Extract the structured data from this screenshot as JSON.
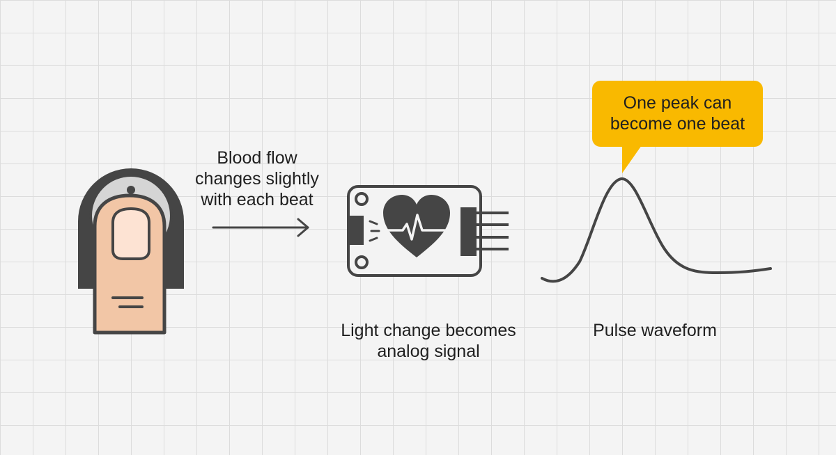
{
  "labels": {
    "flow_line1": "Blood flow",
    "flow_line2": "changes slightly",
    "flow_line3": "with each beat",
    "signal_line1": "Light change becomes",
    "signal_line2": "analog signal",
    "waveform": "Pulse waveform"
  },
  "callout": {
    "line1": "One peak can",
    "line2": "become one beat",
    "color": "#f9b900"
  },
  "colors": {
    "background": "#f4f4f4",
    "grid": "#dcdcdc",
    "stroke": "#454545",
    "skin": "#f2c6a6",
    "sensor_ring": "#d5d5d5",
    "board": "#f3f3f3"
  },
  "icons": [
    "finger-on-sensor-icon",
    "arrow-right-icon",
    "pulse-sensor-board-icon",
    "heart-pulse-icon",
    "pulse-waveform-icon"
  ]
}
